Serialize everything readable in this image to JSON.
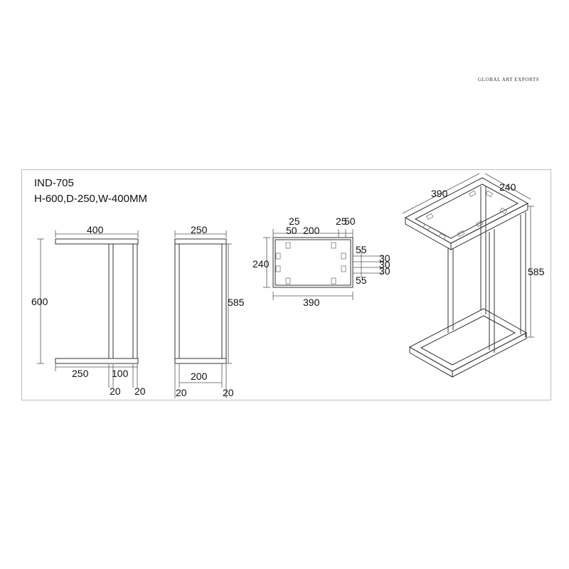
{
  "brand": "GLOBAL ART EXPORTS",
  "model": "IND-705",
  "spec": "H-600,D-250,W-400MM",
  "front": {
    "width": "400",
    "height": "600",
    "bottom_width": "250",
    "gap": "100",
    "post1": "20",
    "post2": "20"
  },
  "side": {
    "width": "250",
    "height": "585",
    "inner": "200",
    "left": "20",
    "right": "20"
  },
  "top": {
    "d25a": "25",
    "d25b": "25",
    "d50a": "50",
    "d50b": "50",
    "d200": "200",
    "depth": "240",
    "width": "390",
    "r55a": "55",
    "r30a": "30",
    "r30b": "30",
    "r30c": "30",
    "r55b": "55"
  },
  "iso": {
    "width": "390",
    "depth": "240",
    "height": "585"
  }
}
